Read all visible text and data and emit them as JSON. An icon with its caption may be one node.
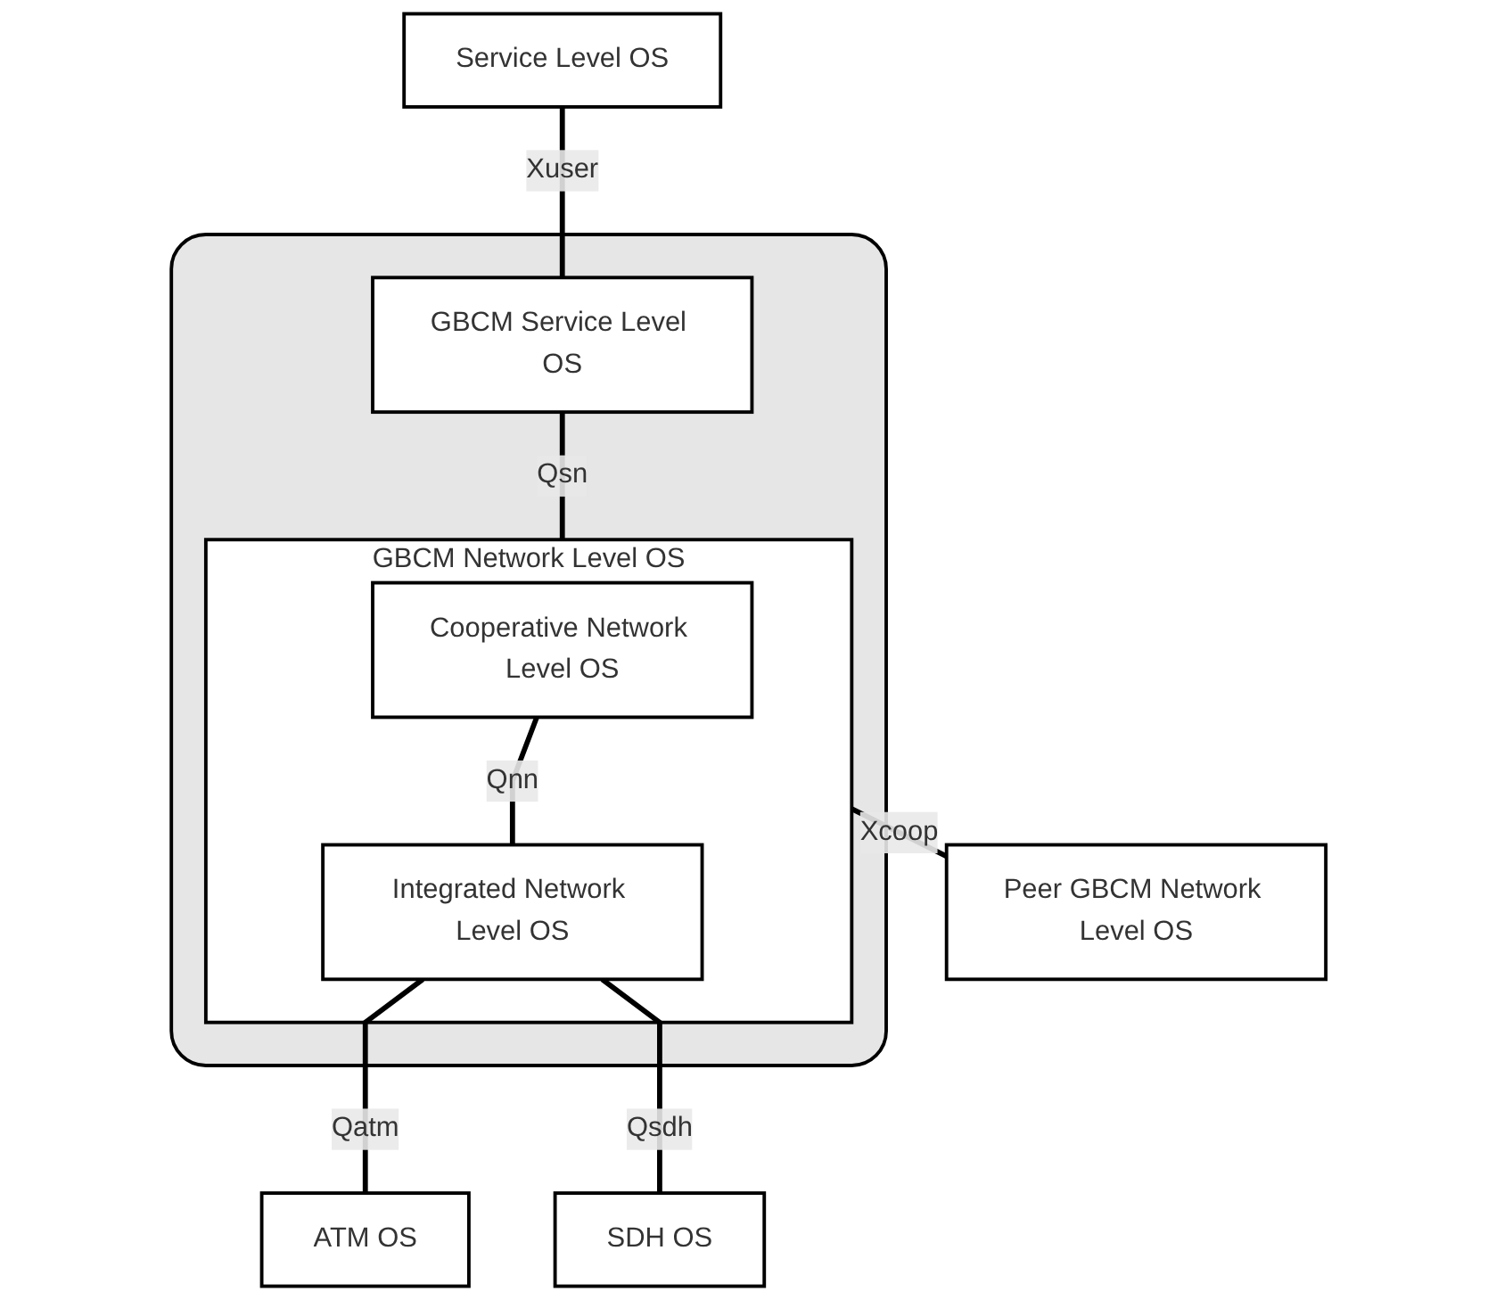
{
  "diagram": {
    "nodes": [
      {
        "text": [],
        "shape": "box"
      },
      {
        "text": [
          "Service Level OS"
        ]
      },
      {
        "text": [
          "GBCM Service Level OS"
        ],
        "in": 0
      },
      {
        "text": [
          "GBCM Network Level OS"
        ],
        "in": 0
      },
      {
        "text": [
          "Cooperative Network Level OS"
        ],
        "in": 3
      },
      {
        "text": [
          "Integrated Network Level OS"
        ],
        "in": 3
      },
      {
        "text": [
          "Peer GBCM Network Level OS"
        ]
      },
      {
        "text": [
          "ATM OS"
        ]
      },
      {
        "text": [
          "SDH OS"
        ]
      }
    ],
    "edges": [
      {
        "from": 1,
        "to": 2,
        "arrow": "none",
        "label": "Xuser"
      },
      {
        "from": 2,
        "to": 3,
        "arrow": "none",
        "label": "Qsn"
      },
      {
        "from": 4,
        "to": 5,
        "arrow": "none",
        "label": "Qnn"
      },
      {
        "from": 3,
        "to": 6,
        "arrow": "none",
        "label": "Xcoop"
      },
      {
        "from": 5,
        "to": 7,
        "arrow": "none",
        "label": "Qatm"
      },
      {
        "from": 5,
        "to": 8,
        "arrow": "none",
        "label": "Qsdh"
      }
    ]
  }
}
